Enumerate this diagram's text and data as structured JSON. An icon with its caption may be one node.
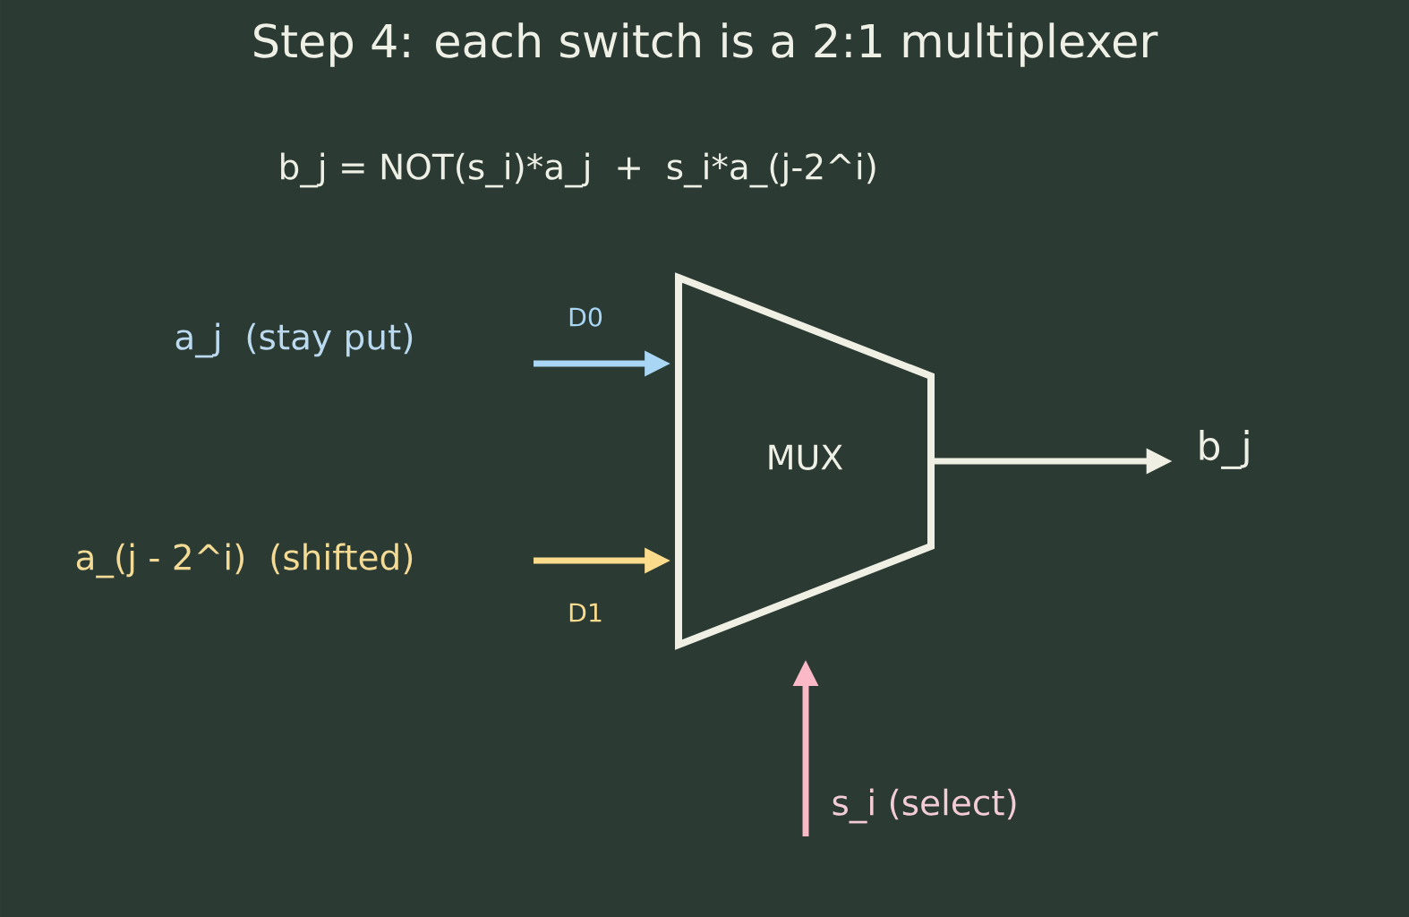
{
  "diagram": {
    "title": "Step 4: each switch is a 2:1 multiplexer",
    "nodes": [
      {
        "text": [
          "a_j  (stay put)"
        ]
      },
      {
        "text": [
          "a_(j - 2^i)  (shifted)"
        ]
      },
      {
        "text": [
          "MUX"
        ]
      },
      {
        "text": [
          "b_j"
        ]
      },
      {
        "text": [
          "s_i (select)"
        ]
      }
    ],
    "edges": [
      {
        "from": 0,
        "to": 2,
        "arrow": "to",
        "label": "D0",
        "color": "#a9d6f5"
      },
      {
        "from": 1,
        "to": 2,
        "arrow": "to",
        "label": "D1",
        "color": "#fbdc8c"
      },
      {
        "from": 2,
        "to": 3,
        "arrow": "to",
        "color": "#efefe4"
      },
      {
        "from": 4,
        "to": 2,
        "arrow": "to",
        "color": "#fbb9c8"
      }
    ],
    "labels": [
      "b_j = NOT(s_i)*a_j  +  s_i*a_(j-2^i)"
    ]
  }
}
